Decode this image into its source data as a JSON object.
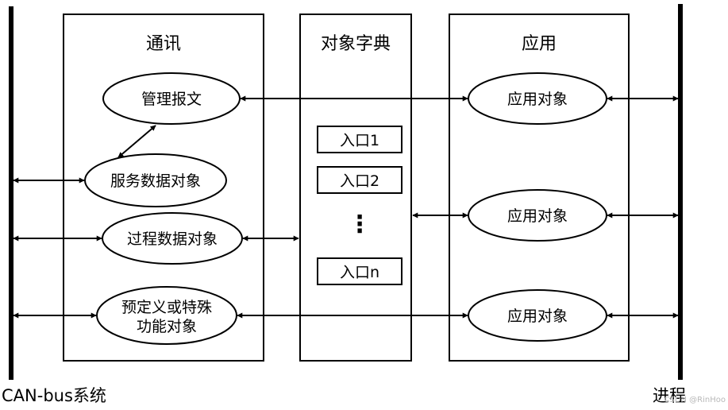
{
  "sections": {
    "communication": "通讯",
    "object_dictionary": "对象字典",
    "application": "应用"
  },
  "communication_objects": {
    "management_messages": "管理报文",
    "service_data_objects": "服务数据对象",
    "process_data_objects": "过程数据对象",
    "predefined_line1": "预定义或特殊",
    "predefined_line2": "功能对象"
  },
  "dictionary_entries": {
    "entry_1": "入口1",
    "entry_2": "入口2",
    "ellipsis": "⋮",
    "entry_n": "入口n"
  },
  "application_objects": [
    "应用对象",
    "应用对象",
    "应用对象"
  ],
  "bus_labels": {
    "left": "CAN-bus系统",
    "right": "进程"
  },
  "watermark": "CSDN @RinHoo"
}
